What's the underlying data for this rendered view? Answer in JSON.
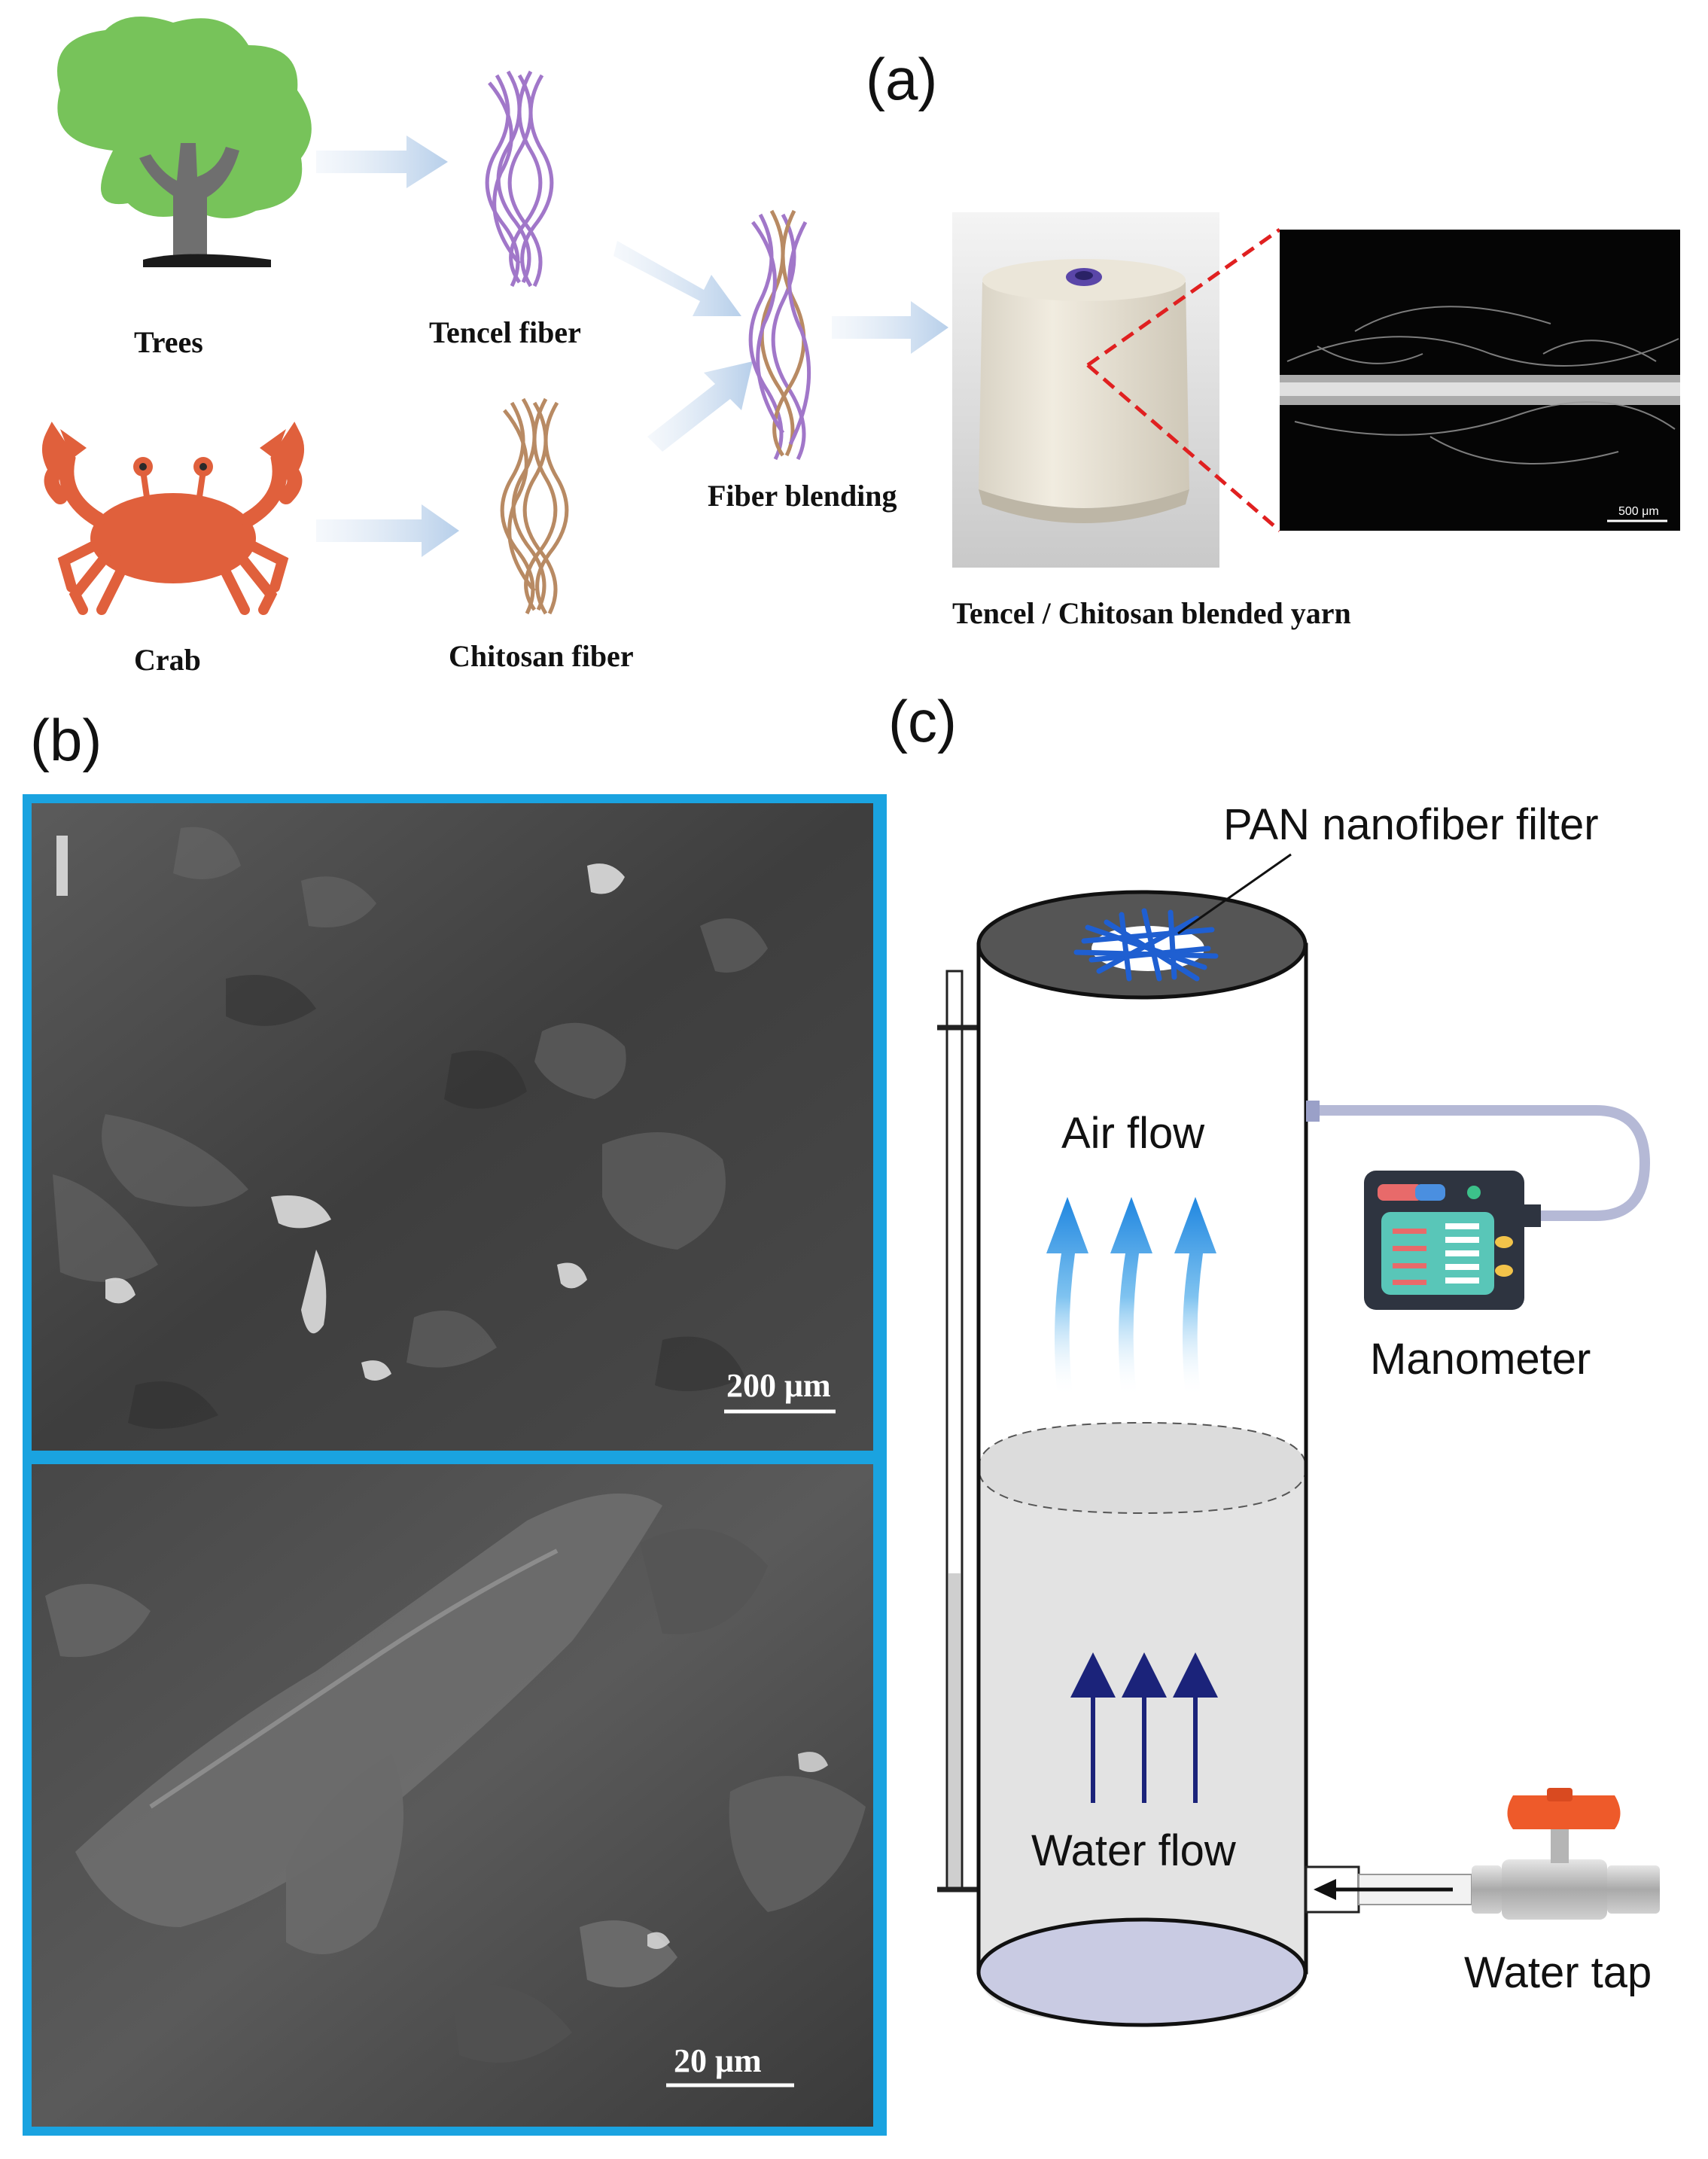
{
  "panels": {
    "a": {
      "label": "(a)",
      "trees": "Trees",
      "crab": "Crab",
      "tencel_fiber": "Tencel fiber",
      "chitosan_fiber": "Chitosan fiber",
      "fiber_blending": "Fiber blending",
      "yarn_caption": "Tencel / Chitosan blended yarn",
      "micrograph_scale": "500 μm"
    },
    "b": {
      "label": "(b)",
      "top_scale": "200 μm",
      "bottom_scale": "20 μm"
    },
    "c": {
      "label": "(c)",
      "filter": "PAN nanofiber filter",
      "air_flow": "Air flow",
      "manometer": "Manometer",
      "water_flow": "Water flow",
      "water_tap": "Water tap"
    }
  },
  "colors": {
    "tree_canopy": "#77c35a",
    "tree_trunk": "#6f6f6f",
    "crab": "#e0603c",
    "tencel": "#a177c9",
    "chitosan": "#b88a63",
    "arrow": "#bcd3ec",
    "sem_frame": "#1aa3e0",
    "filter_mesh": "#1f5fd1",
    "air_arrow": "#2a8fe0",
    "water_arrow": "#1b237a",
    "tap_handle": "#ee5a2a",
    "manometer_body": "#2e3440"
  },
  "icons": [
    "tree-icon",
    "crab-icon",
    "yarn-cone-image",
    "sem-micrograph",
    "manometer-icon",
    "water-tap-icon"
  ]
}
